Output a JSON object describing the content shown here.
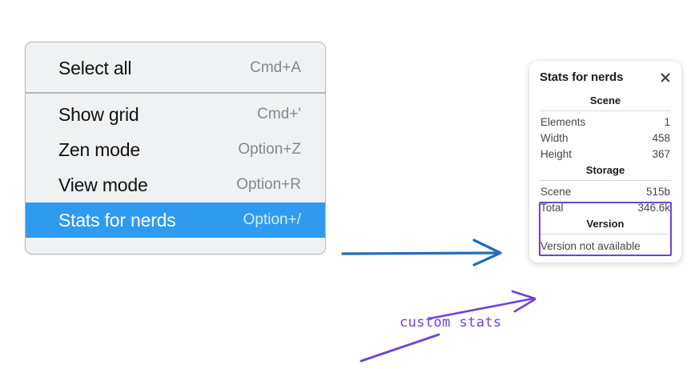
{
  "context_menu": {
    "name": "canvas-context-menu",
    "sections": [
      {
        "items": [
          {
            "label": "Select all",
            "shortcut": "Cmd+A",
            "selected": false
          }
        ]
      },
      {
        "items": [
          {
            "label": "Show grid",
            "shortcut": "Cmd+'",
            "selected": false
          },
          {
            "label": "Zen mode",
            "shortcut": "Option+Z",
            "selected": false
          },
          {
            "label": "View mode",
            "shortcut": "Option+R",
            "selected": false
          },
          {
            "label": "Stats for nerds",
            "shortcut": "Option+/",
            "selected": true
          }
        ]
      }
    ],
    "highlight_color": "#2f9bef",
    "background_color": "#f0f1f3"
  },
  "stats_panel": {
    "title": "Stats for nerds",
    "close_icon": "close-icon",
    "sections": [
      {
        "heading": "Scene",
        "rows": [
          {
            "key": "Elements",
            "value": "1"
          },
          {
            "key": "Width",
            "value": "458"
          },
          {
            "key": "Height",
            "value": "367"
          }
        ]
      },
      {
        "heading": "Storage",
        "rows": [
          {
            "key": "Scene",
            "value": "515b"
          },
          {
            "key": "Total",
            "value": "346.6k"
          }
        ]
      },
      {
        "heading": "Version",
        "single": "Version not available"
      }
    ],
    "highlight_box_color": "#6f42d9"
  },
  "annotations": {
    "custom_stats_label": "custom stats",
    "blue_arrow_color": "#1f6eb5",
    "purple_color": "#6f42d9"
  }
}
